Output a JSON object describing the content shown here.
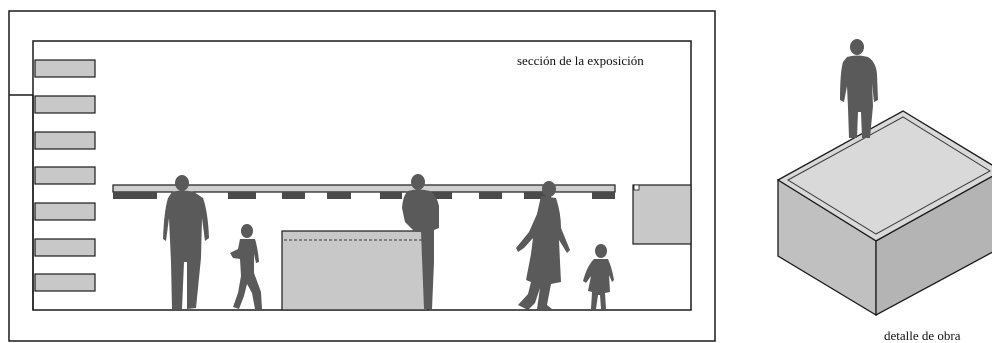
{
  "labels": {
    "section": "sección de la exposición",
    "detail": "detalle de obra"
  },
  "colors": {
    "line": "#1a1a1a",
    "panel_fill": "#c8c8c8",
    "figure_fill": "#5a5a5a",
    "track_dark": "#4a4a4a",
    "box_top": "#d9d9d9",
    "box_left": "#c0c0c0",
    "box_right": "#b4b4b4"
  },
  "figure_roles": {
    "section": [
      "adult",
      "child",
      "adult",
      "adult",
      "child"
    ],
    "detail": [
      "adult"
    ]
  }
}
